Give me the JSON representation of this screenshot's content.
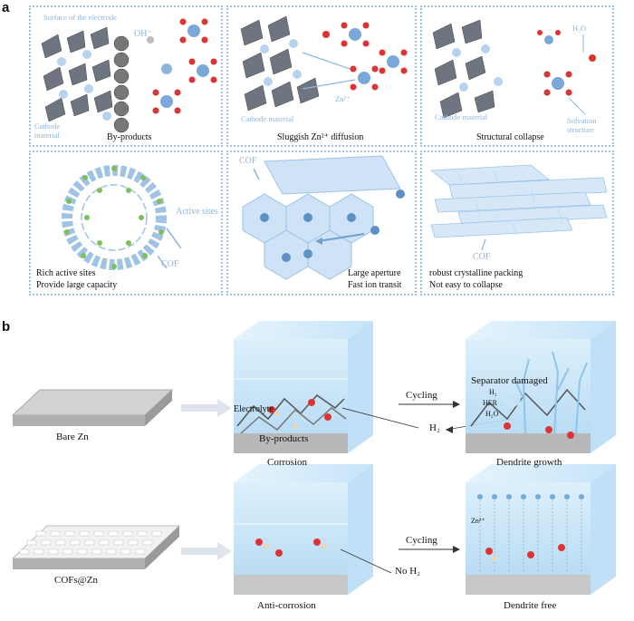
{
  "panel_a": {
    "label": "a",
    "cells": [
      {
        "caption": "By-products",
        "labels": [
          "Surface of the electrode",
          "OH⁻",
          "Cathode material"
        ]
      },
      {
        "caption": "Sluggish Zn²⁺ diffusion",
        "labels": [
          "Cathode material",
          "Zn²⁺"
        ]
      },
      {
        "caption": "Structural collapse",
        "labels": [
          "H₂O",
          "Cathode material",
          "Solvation structure"
        ]
      },
      {
        "caption_lines": [
          "Rich active sites",
          "Provide large capacity"
        ],
        "labels": [
          "Active sites",
          "COF"
        ]
      },
      {
        "caption_lines": [
          "Large aperture",
          "Fast ion transit"
        ],
        "labels": [
          "COF"
        ]
      },
      {
        "caption_lines": [
          "robust crystalline packing",
          "Not easy to collapse"
        ],
        "labels": [
          "COF"
        ]
      }
    ]
  },
  "panel_b": {
    "label": "b",
    "row1": {
      "substrate": "Bare Zn",
      "state1": "Corrosion",
      "state1_labels": [
        "Electrolyte",
        "By-products"
      ],
      "arrow": "Cycling",
      "gas": "H₂",
      "state2": "Dendrite growth",
      "state2_labels": [
        "Separator damaged",
        "H₂",
        "HER",
        "H₂O"
      ]
    },
    "row2": {
      "substrate": "COFs@Zn",
      "state1": "Anti-corrosion",
      "arrow": "Cycling",
      "gas": "No H₂",
      "state2": "Dendrite free",
      "state2_labels": [
        "Zn²⁺"
      ]
    }
  },
  "colors": {
    "border": "#9ec3e6",
    "accent": "#8fb4de",
    "cof": "#bcd8f2",
    "zn": "#bdbdbd",
    "box": "#cfe6f7"
  }
}
